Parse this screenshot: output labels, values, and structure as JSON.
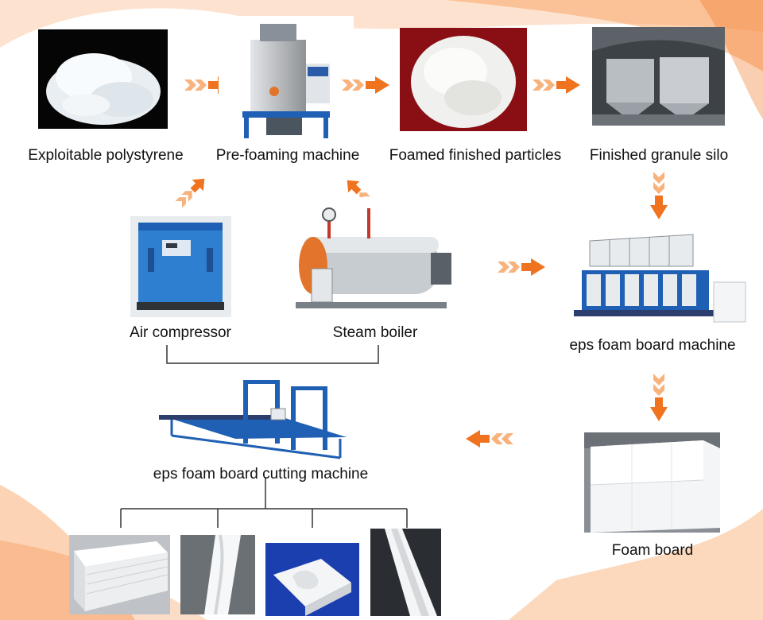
{
  "colors": {
    "arrow": "#f07420",
    "arrow_light": "#f8b27c",
    "swoosh": "#f9a86a",
    "line": "#333333",
    "machine_blue": "#1f5fb4"
  },
  "steps": {
    "polystyrene": "Exploitable polystyrene",
    "prefoaming": "Pre-foaming machine",
    "particles": "Foamed finished particles",
    "silo": "Finished granule silo",
    "compressor": "Air compressor",
    "boiler": "Steam boiler",
    "board_machine": "eps foam board machine",
    "foam_board": "Foam board",
    "cutting_machine": "eps foam board cutting machine"
  },
  "icons": {
    "flow_arrow": "chevron-arrow-icon"
  }
}
